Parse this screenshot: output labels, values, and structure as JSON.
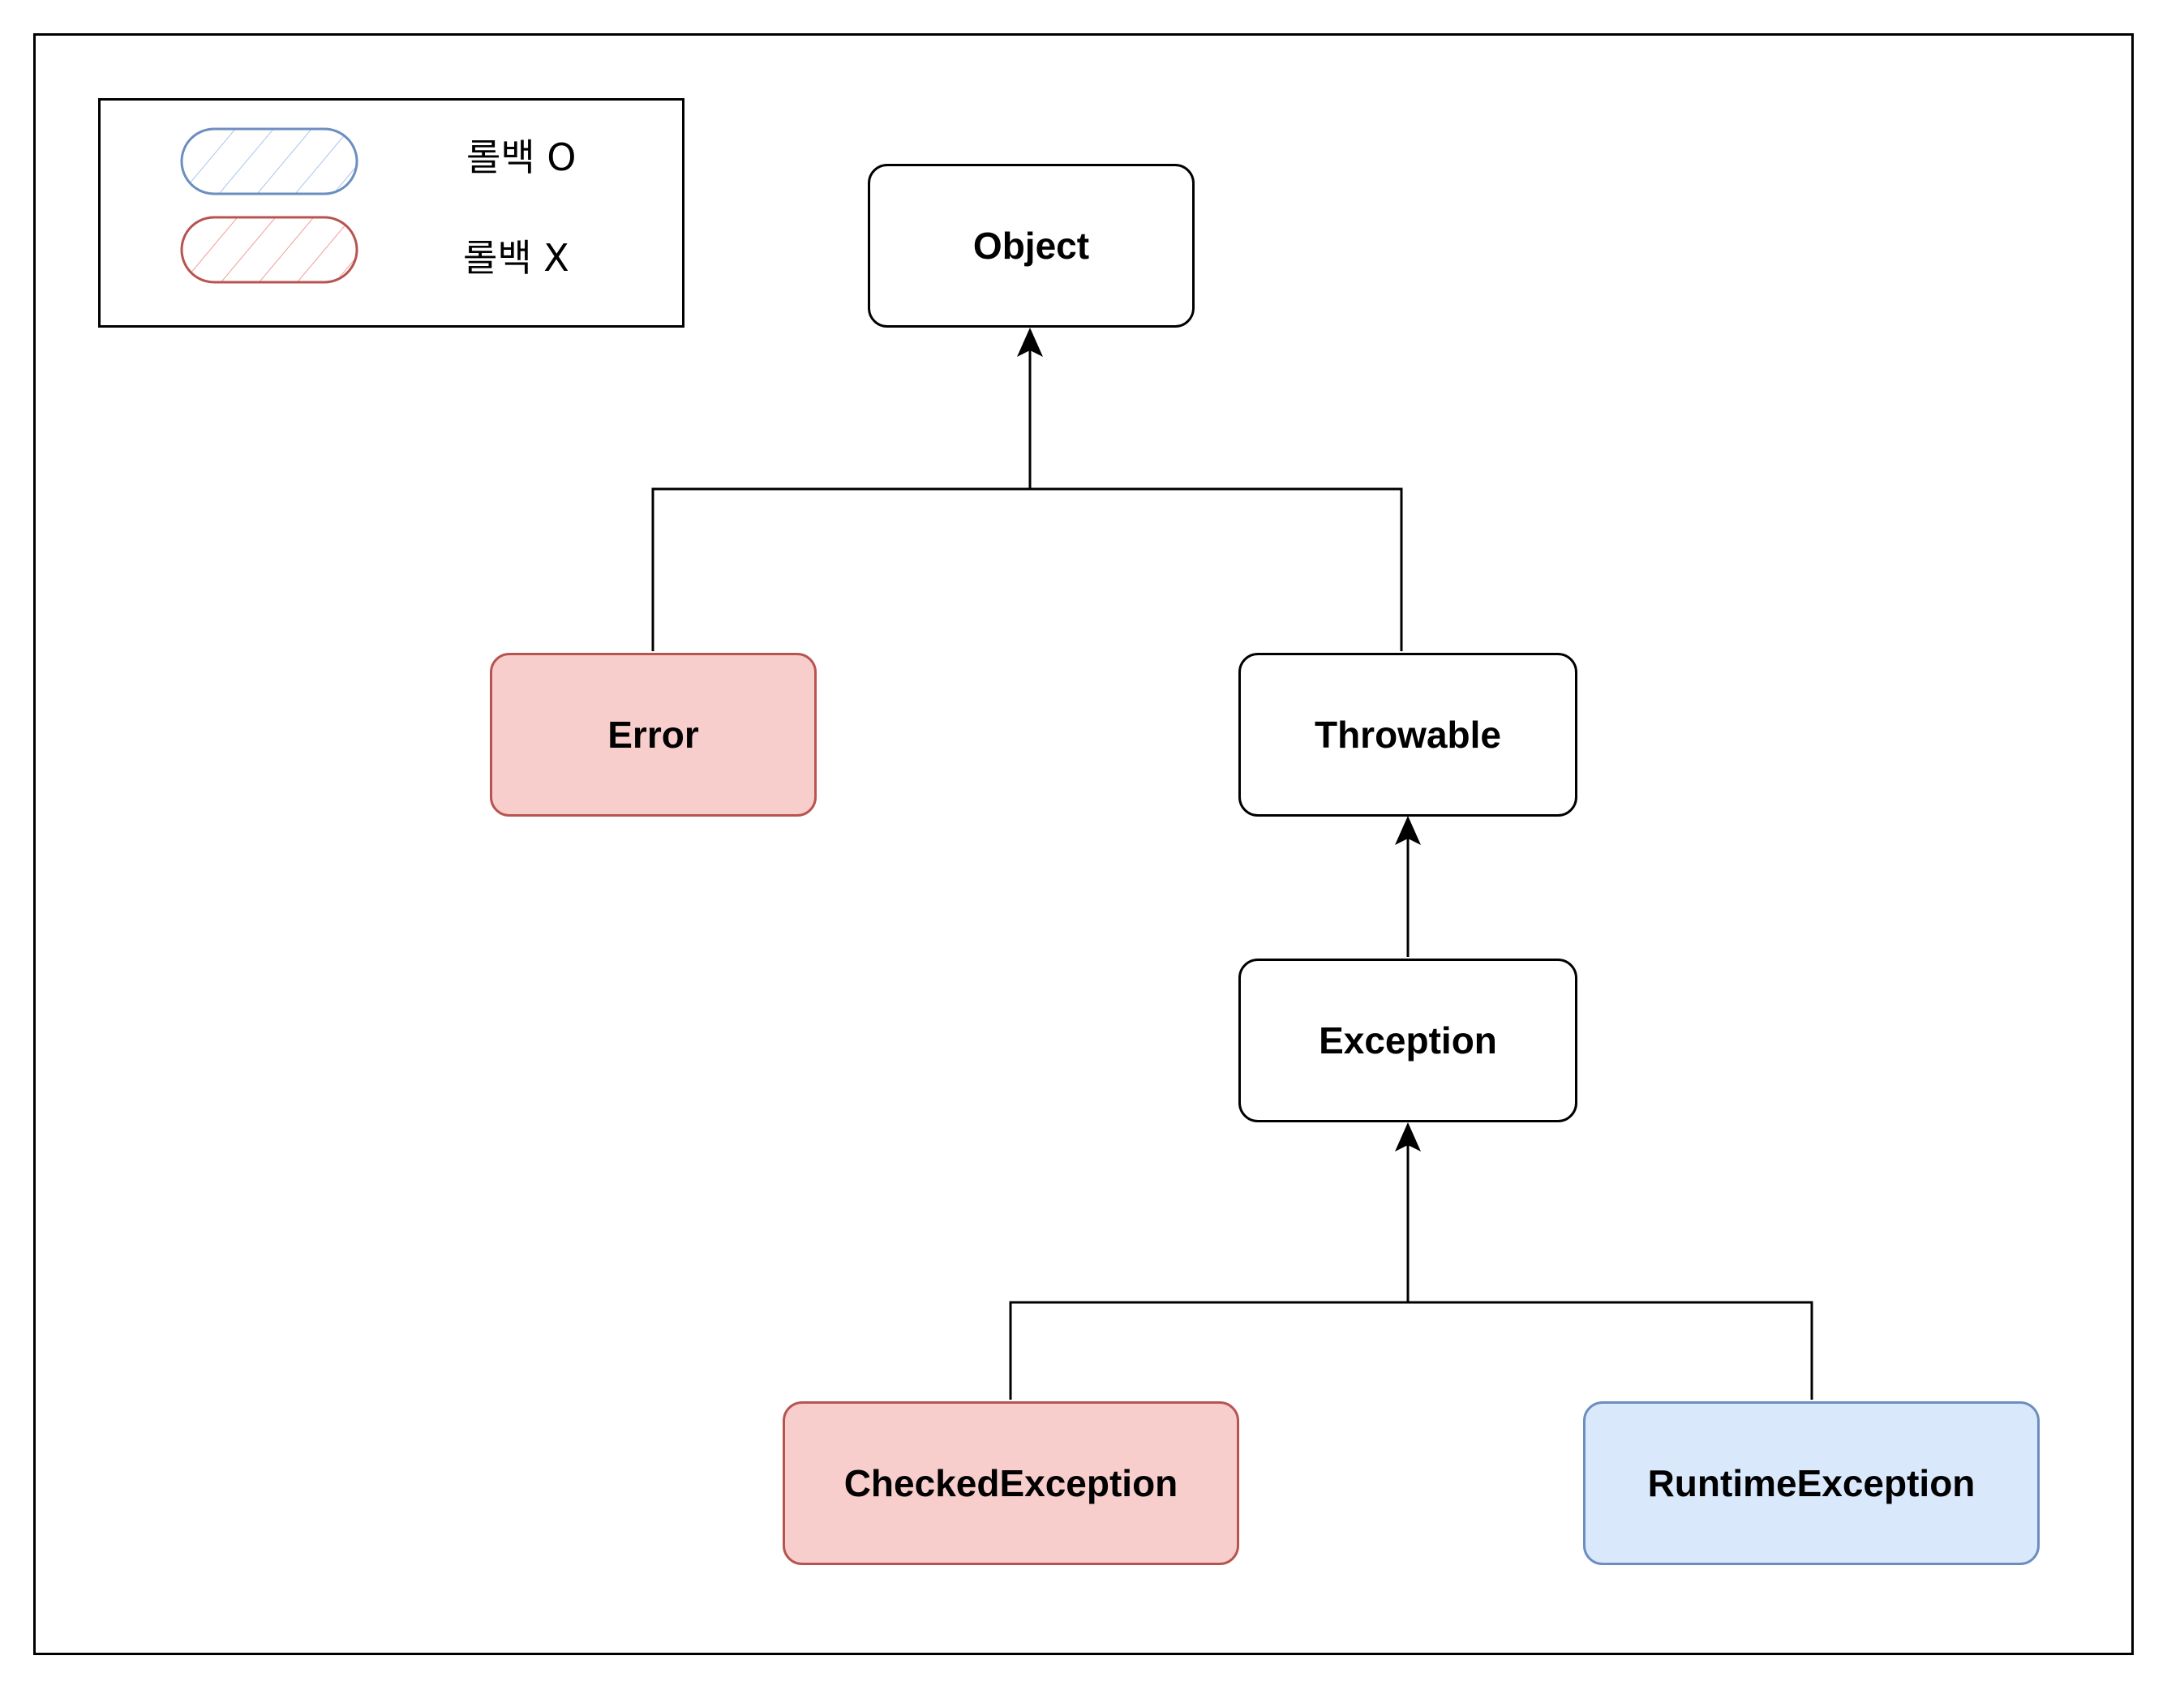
{
  "legend": {
    "items": [
      {
        "label": "롤백 O",
        "color": "#6c8ebf",
        "hatch": "#a9c4eb"
      },
      {
        "label": "롤백 X",
        "color": "#b85450",
        "hatch": "#f19c99"
      }
    ]
  },
  "nodes": {
    "object": "Object",
    "error": "Error",
    "throwable": "Throwable",
    "exception": "Exception",
    "checked": "CheckedException",
    "runtime": "RuntimeException"
  },
  "colors": {
    "rollback_x_fill": "#f8cecc",
    "rollback_x_stroke": "#b85450",
    "rollback_o_fill": "#dae8fc",
    "rollback_o_stroke": "#6c8ebf"
  }
}
